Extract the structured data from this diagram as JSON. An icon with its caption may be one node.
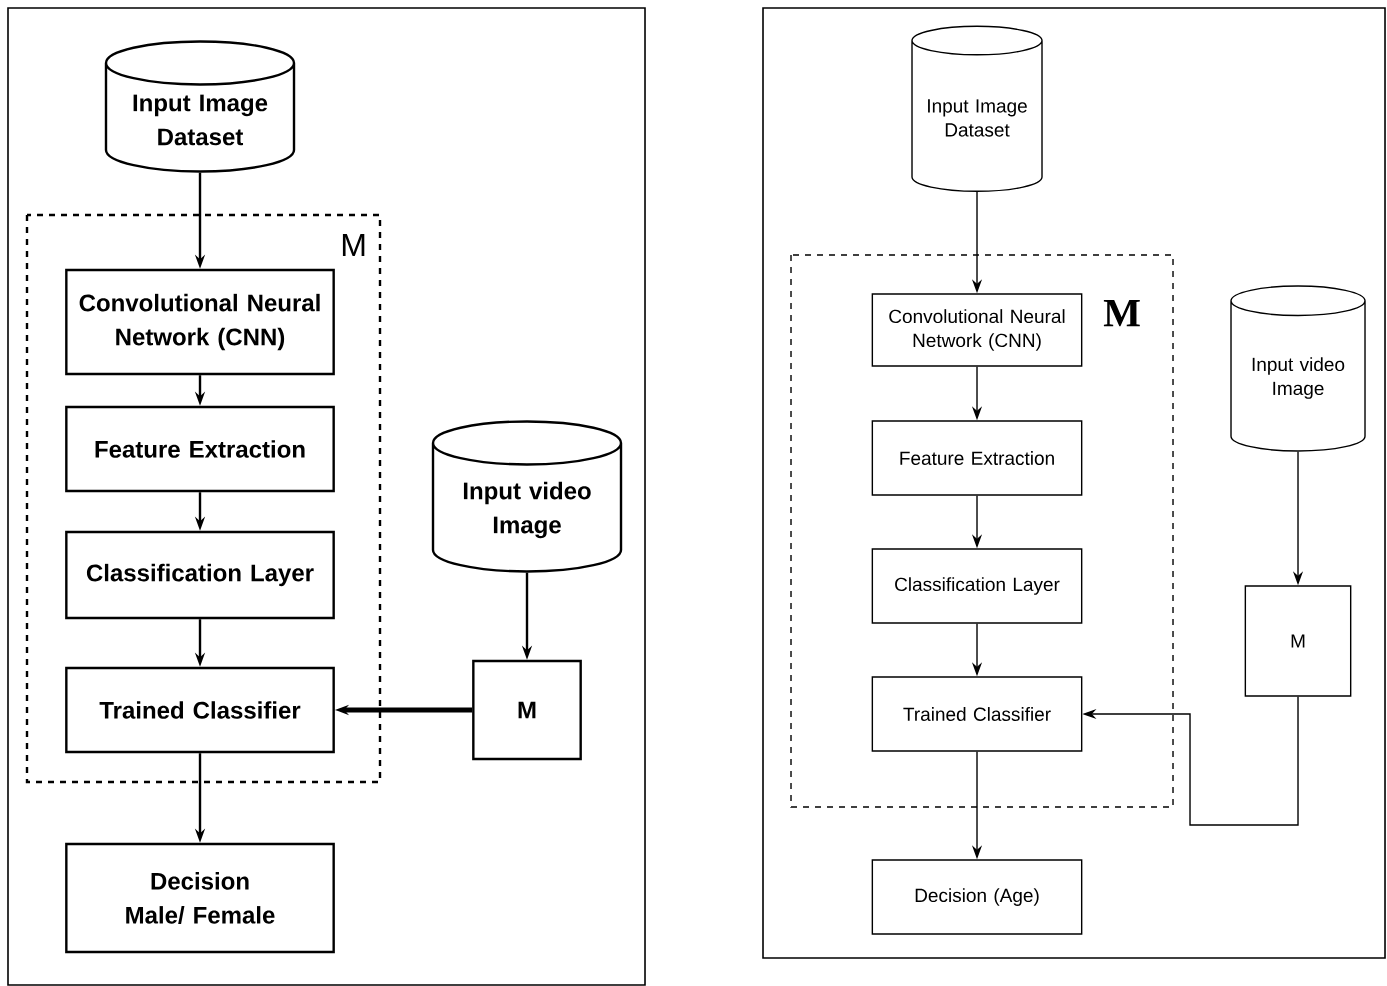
{
  "diagram": {
    "nodes": [
      {
        "text": [
          "Input Image Dataset"
        ]
      },
      {
        "text": [
          "M"
        ]
      },
      {
        "text": [
          "Convolutional Neural Network (CNN)"
        ],
        "in": 1
      },
      {
        "text": [
          "Feature Extraction"
        ],
        "in": 1
      },
      {
        "text": [
          "Classification Layer"
        ],
        "in": 1
      },
      {
        "text": [
          "Trained Classifier"
        ],
        "in": 1
      },
      {
        "text": [
          "Input video Image"
        ]
      },
      {
        "text": [
          "M"
        ]
      },
      {
        "text": [
          "Decision Male/ Female"
        ]
      },
      {
        "text": [
          "Input Image Dataset"
        ]
      },
      {
        "text": [
          "M"
        ]
      },
      {
        "text": [
          "Convolutional Neural Network (CNN)"
        ],
        "in": 10
      },
      {
        "text": [
          "Feature Extraction"
        ],
        "in": 10
      },
      {
        "text": [
          "Classification Layer"
        ],
        "in": 10
      },
      {
        "text": [
          "Trained Classifier"
        ],
        "in": 10
      },
      {
        "text": [
          "Input video Image"
        ]
      },
      {
        "text": [
          "M"
        ]
      },
      {
        "text": [
          "Decision (Age)"
        ]
      }
    ],
    "edges": [
      {
        "from": 0,
        "to": 2,
        "arrow": "to"
      },
      {
        "from": 2,
        "to": 3,
        "arrow": "to"
      },
      {
        "from": 3,
        "to": 4,
        "arrow": "to"
      },
      {
        "from": 4,
        "to": 5,
        "arrow": "to"
      },
      {
        "from": 5,
        "to": 8,
        "arrow": "to"
      },
      {
        "from": 6,
        "to": 7,
        "arrow": "to"
      },
      {
        "from": 7,
        "to": 5,
        "arrow": "to",
        "style": "thick"
      },
      {
        "from": 9,
        "to": 11,
        "arrow": "to"
      },
      {
        "from": 11,
        "to": 12,
        "arrow": "to"
      },
      {
        "from": 12,
        "to": 13,
        "arrow": "to"
      },
      {
        "from": 13,
        "to": 14,
        "arrow": "to"
      },
      {
        "from": 14,
        "to": 17,
        "arrow": "to"
      },
      {
        "from": 15,
        "to": 16,
        "arrow": "to"
      },
      {
        "from": 16,
        "to": 14,
        "arrow": "to"
      }
    ]
  }
}
